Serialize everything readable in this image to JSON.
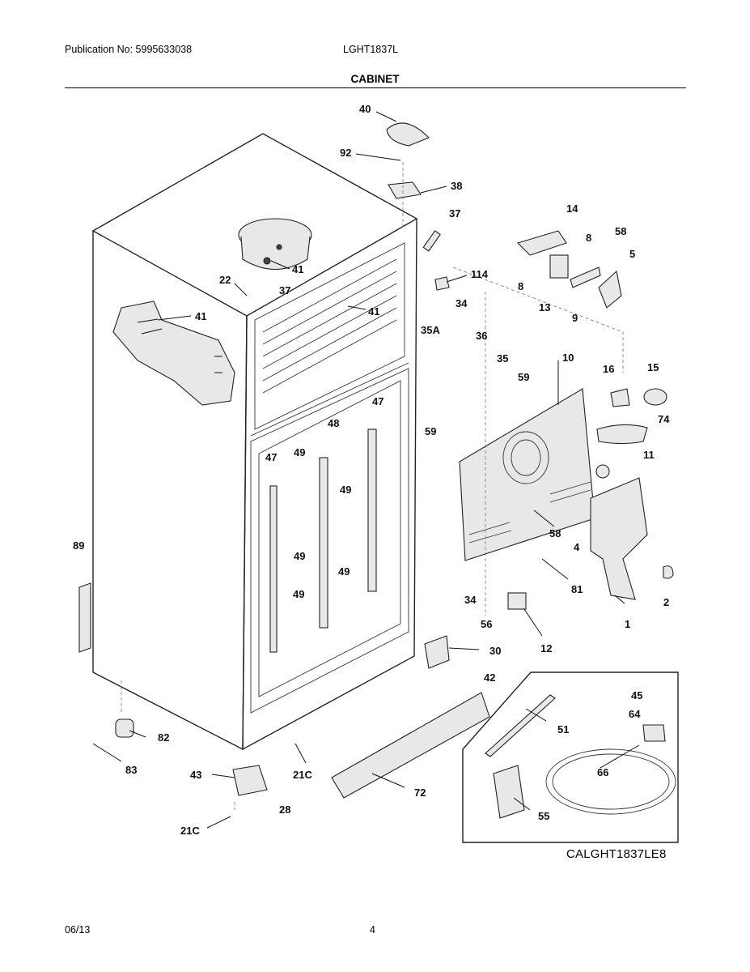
{
  "header": {
    "publication": "Publication No: 5995633038",
    "model": "LGHT1837L",
    "title": "CABINET"
  },
  "footer": {
    "date": "06/13",
    "page": "4"
  },
  "diagram": {
    "code": "CALGHT1837LE8",
    "callouts": [
      "40",
      "92",
      "38",
      "37",
      "14",
      "8",
      "58",
      "5",
      "41",
      "22",
      "37",
      "41",
      "114",
      "8",
      "13",
      "9",
      "41",
      "35A",
      "34",
      "36",
      "35",
      "59",
      "10",
      "16",
      "15",
      "74",
      "59",
      "47",
      "48",
      "47",
      "49",
      "49",
      "11",
      "58",
      "4",
      "89",
      "49",
      "49",
      "81",
      "2",
      "1",
      "34",
      "56",
      "12",
      "49",
      "30",
      "42",
      "45",
      "51",
      "64",
      "82",
      "66",
      "83",
      "43",
      "21C",
      "28",
      "72",
      "55",
      "21C"
    ]
  }
}
